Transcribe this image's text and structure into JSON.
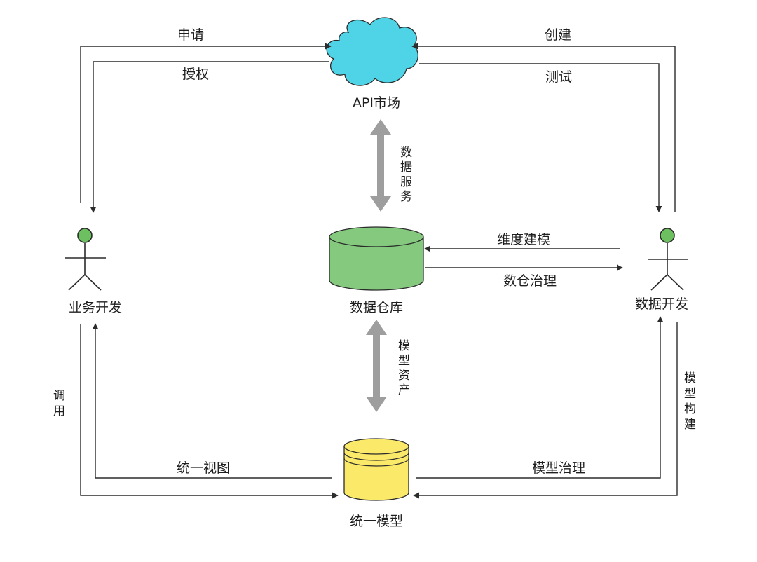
{
  "nodes": {
    "api_market": "API市场",
    "warehouse": "数据仓库",
    "unified_model": "统一模型",
    "business_dev": "业务开发",
    "data_dev": "数据开发"
  },
  "edges": {
    "apply": "申请",
    "authorize": "授权",
    "create": "创建",
    "test": "测试",
    "data_service": "数据服务",
    "dimension_modeling": "维度建模",
    "warehouse_governance": "数仓治理",
    "model_assets": "模型资产",
    "invoke": "调用",
    "unified_view": "统一视图",
    "model_governance": "模型治理",
    "model_building": "模型构建"
  },
  "colors": {
    "cloud": "#4fd3e6",
    "cylinder": "#84c97e",
    "model_stack": "#fbe96a",
    "actor_head": "#6cc05f",
    "line": "#2b2b2b",
    "gray_arrow": "#9e9e9e"
  },
  "icons": {
    "api_market": "cloud-icon",
    "warehouse": "database-cylinder-icon",
    "unified_model": "stacked-disks-icon",
    "actors": "stick-figure-icon"
  }
}
